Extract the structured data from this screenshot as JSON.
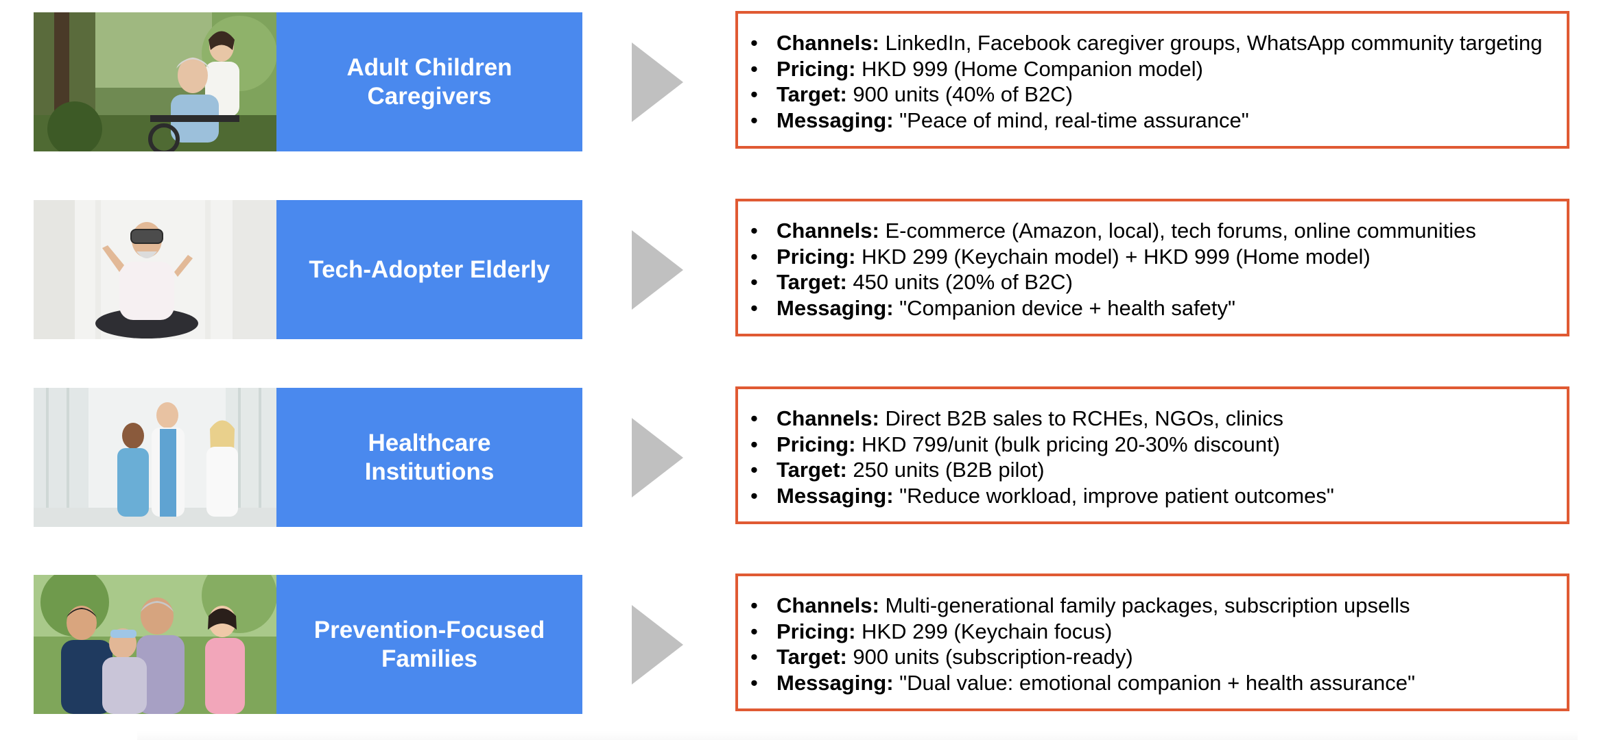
{
  "segments": [
    {
      "title": "Adult Children Caregivers",
      "photo_icon": "elderly-wheelchair-caregiver-photo",
      "lines": [
        {
          "key": "Channels:",
          "text": "LinkedIn, Facebook caregiver groups, WhatsApp community targeting"
        },
        {
          "key": "Pricing:",
          "text": "HKD 999 (Home Companion model)"
        },
        {
          "key": "Target:",
          "text": "900 units (40% of B2C)"
        },
        {
          "key": "Messaging:",
          "text": "\"Peace of mind, real-time assurance\""
        }
      ]
    },
    {
      "title": "Tech-Adopter Elderly",
      "photo_icon": "elderly-vr-headset-photo",
      "lines": [
        {
          "key": "Channels:",
          "text": "E-commerce (Amazon, local), tech forums, online communities"
        },
        {
          "key": "Pricing:",
          "text": "HKD 299 (Keychain model) + HKD 999 (Home model)"
        },
        {
          "key": "Target:",
          "text": "450 units (20% of B2C)"
        },
        {
          "key": "Messaging:",
          "text": "\"Companion device + health safety\""
        }
      ]
    },
    {
      "title": "Healthcare Institutions",
      "photo_icon": "medical-staff-corridor-photo",
      "lines": [
        {
          "key": "Channels:",
          "text": "Direct B2B sales to RCHEs, NGOs, clinics"
        },
        {
          "key": "Pricing:",
          "text": "HKD 799/unit (bulk pricing 20-30% discount)"
        },
        {
          "key": "Target:",
          "text": "250 units (B2B pilot)"
        },
        {
          "key": "Messaging:",
          "text": "\"Reduce workload, improve patient outcomes\""
        }
      ]
    },
    {
      "title": "Prevention-Focused Families",
      "photo_icon": "family-hug-outdoor-photo",
      "lines": [
        {
          "key": "Channels:",
          "text": "Multi-generational family packages, subscription upsells"
        },
        {
          "key": "Pricing:",
          "text": "HKD 299 (Keychain focus)"
        },
        {
          "key": "Target:",
          "text": "900 units (subscription-ready)"
        },
        {
          "key": "Messaging:",
          "text": "\"Dual value: emotional companion + health assurance\""
        }
      ]
    }
  ],
  "bullet": "•",
  "colors": {
    "label_bg": "#4a89ee",
    "label_text": "#ffffff",
    "box_border": "#e05a33",
    "arrow": "#c0c0c0"
  },
  "icons": {
    "arrow": "chevron-triangle-right-icon"
  }
}
